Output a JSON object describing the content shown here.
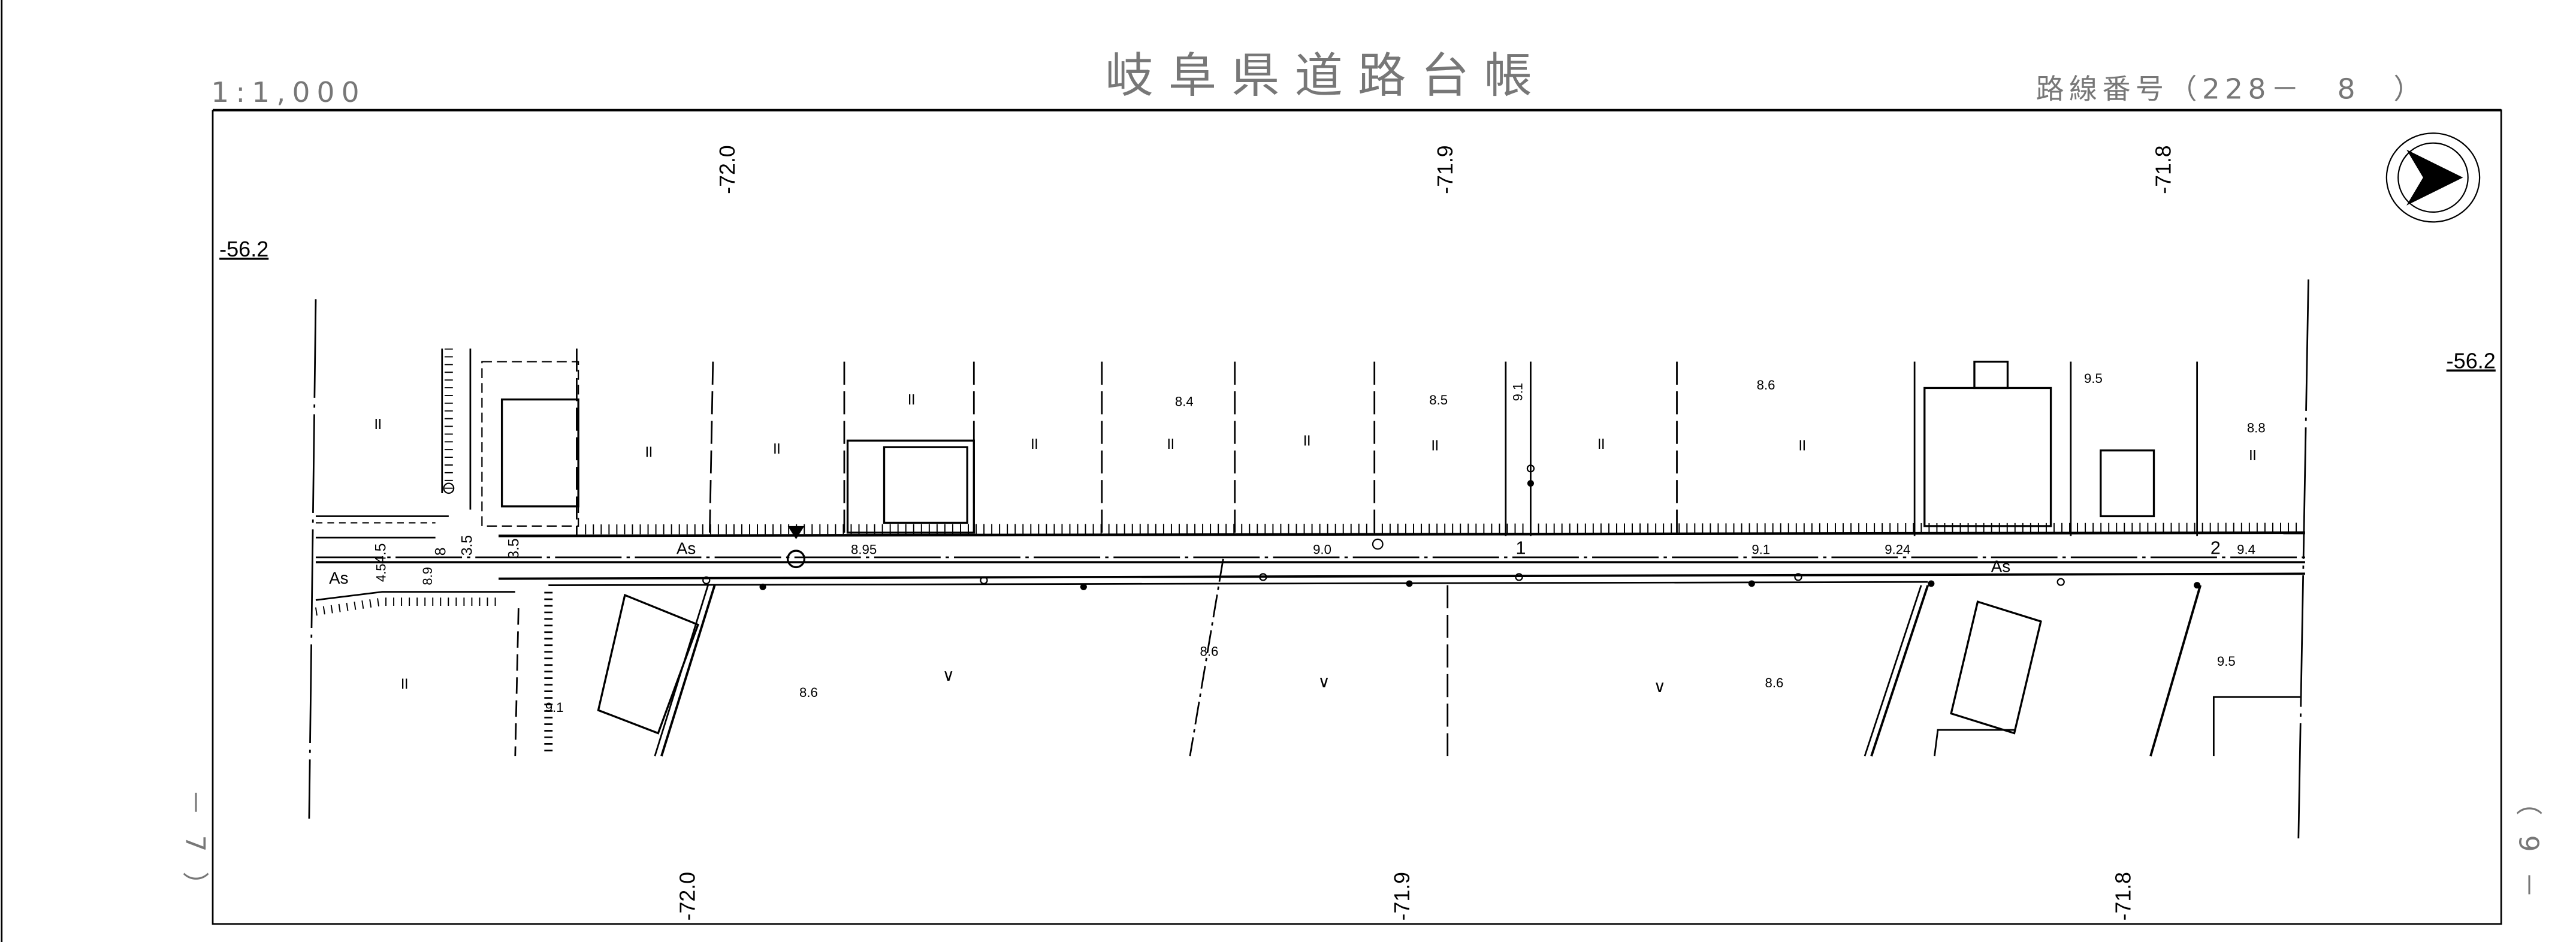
{
  "header": {
    "scale": "1:1,000",
    "title": "岐阜県道路台帳",
    "route_number": "路線番号（228－　8　）"
  },
  "sheet_refs": {
    "left": "－7）",
    "right": "（9－"
  },
  "grid_coordinates": {
    "top": [
      "-72.0",
      "-71.9",
      "-71.8"
    ],
    "bottom": [
      "-72.0",
      "-71.9",
      "-71.8"
    ],
    "left": "-56.2",
    "right": "-56.2"
  },
  "north_arrow": "north-arrow",
  "road": {
    "surface_labels": [
      "As",
      "As",
      "As"
    ],
    "distance_markers": [
      "1",
      "2"
    ],
    "widths": [
      "4.5",
      "8",
      "3.5",
      "3.5",
      "4.5",
      "8.9"
    ],
    "elevations": [
      "8.95",
      "9.0",
      "9.1",
      "9.24",
      "9.4"
    ]
  },
  "spot_heights": {
    "north": [
      "8.4",
      "8.5",
      "9.1",
      "8.6",
      "9.5",
      "8.8"
    ],
    "south": [
      "9.1",
      "8.6",
      "8.6",
      "8.6",
      "9.5"
    ]
  },
  "land_use": {
    "field_symbol": "॥",
    "dry_field_symbol": "∨"
  }
}
